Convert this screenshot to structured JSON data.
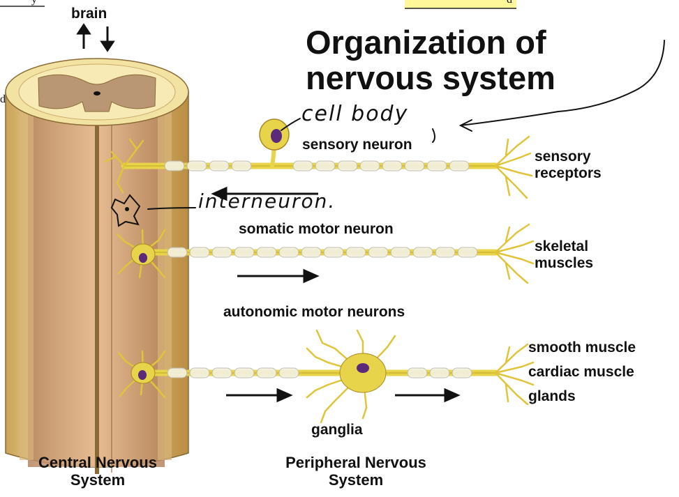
{
  "title_line1": "Organization of",
  "title_line2": "nervous system",
  "labels": {
    "brain": "brain",
    "sensory_neuron": "sensory neuron",
    "sensory_receptors_1": "sensory",
    "sensory_receptors_2": "receptors",
    "somatic_motor_neuron": "somatic motor neuron",
    "skeletal_muscles_1": "skeletal",
    "skeletal_muscles_2": "muscles",
    "autonomic_motor_neurons": "autonomic motor neurons",
    "smooth_muscle": "smooth muscle",
    "cardiac_muscle": "cardiac muscle",
    "glands": "glands",
    "ganglia": "ganglia",
    "cns_1": "Central Nervous",
    "cns_2": "System",
    "pns_1": "Peripheral Nervous",
    "pns_2": "System"
  },
  "annotations": {
    "cell_body": "cell body",
    "interneuron": "interneuron."
  },
  "top_fragment": {
    "left": "y",
    "right": "d",
    "edge": "d"
  },
  "colors": {
    "axon": "#e8d44a",
    "cord_outer": "#e6cf7e",
    "cord_inner": "#cfa27a",
    "grey_matter": "#b99775",
    "highlight": "#fff799",
    "nucleus": "#5b2a7a"
  }
}
